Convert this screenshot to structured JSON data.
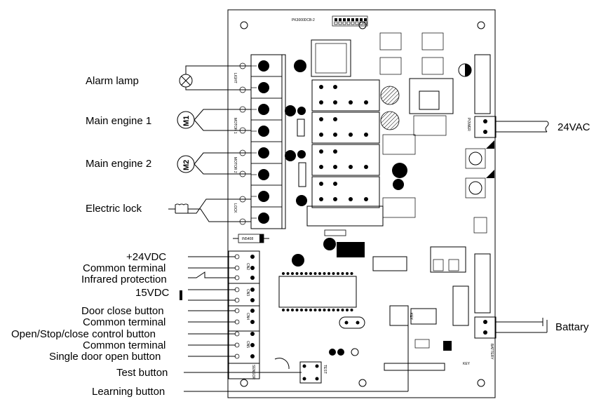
{
  "board": {
    "model": "PK3000DCB-2"
  },
  "left_labels": {
    "alarm_lamp": "Alarm lamp",
    "main_engine_1": "Main engine 1",
    "main_engine_2": "Main engine 2",
    "electric_lock": "Electric lock",
    "plus_24vdc": "+24VDC",
    "common_terminal_1": "Common terminal",
    "infrared_protection": "Infrared protection",
    "vdc_15": "15VDC",
    "door_close_button": "Door close button",
    "common_terminal_2": "Common terminal",
    "open_stop_close": "Open/Stop/close control button",
    "common_terminal_3": "Common terminal",
    "single_door_open": "Single door open button",
    "test_button": "Test button",
    "learning_button": "Learning button"
  },
  "right_labels": {
    "vac_24": "24VAC",
    "battery": "Battary"
  },
  "motor_symbols": {
    "m1": "M1",
    "m2": "M2"
  },
  "board_text": {
    "cn2": "CN2",
    "cn3": "CN3",
    "cn4": "CN4",
    "cn5": "CN5",
    "light": "LIGHT",
    "motor1": "MOTOR 1",
    "motor2": "MOTOR 2",
    "lock": "LOCK",
    "power": "POWER",
    "battery": "BATTERY",
    "test": "TEST",
    "sensor": "SENSOR",
    "key": "KEY",
    "diode": "IN5408"
  },
  "colors": {
    "line": "#000000",
    "background": "#ffffff"
  }
}
